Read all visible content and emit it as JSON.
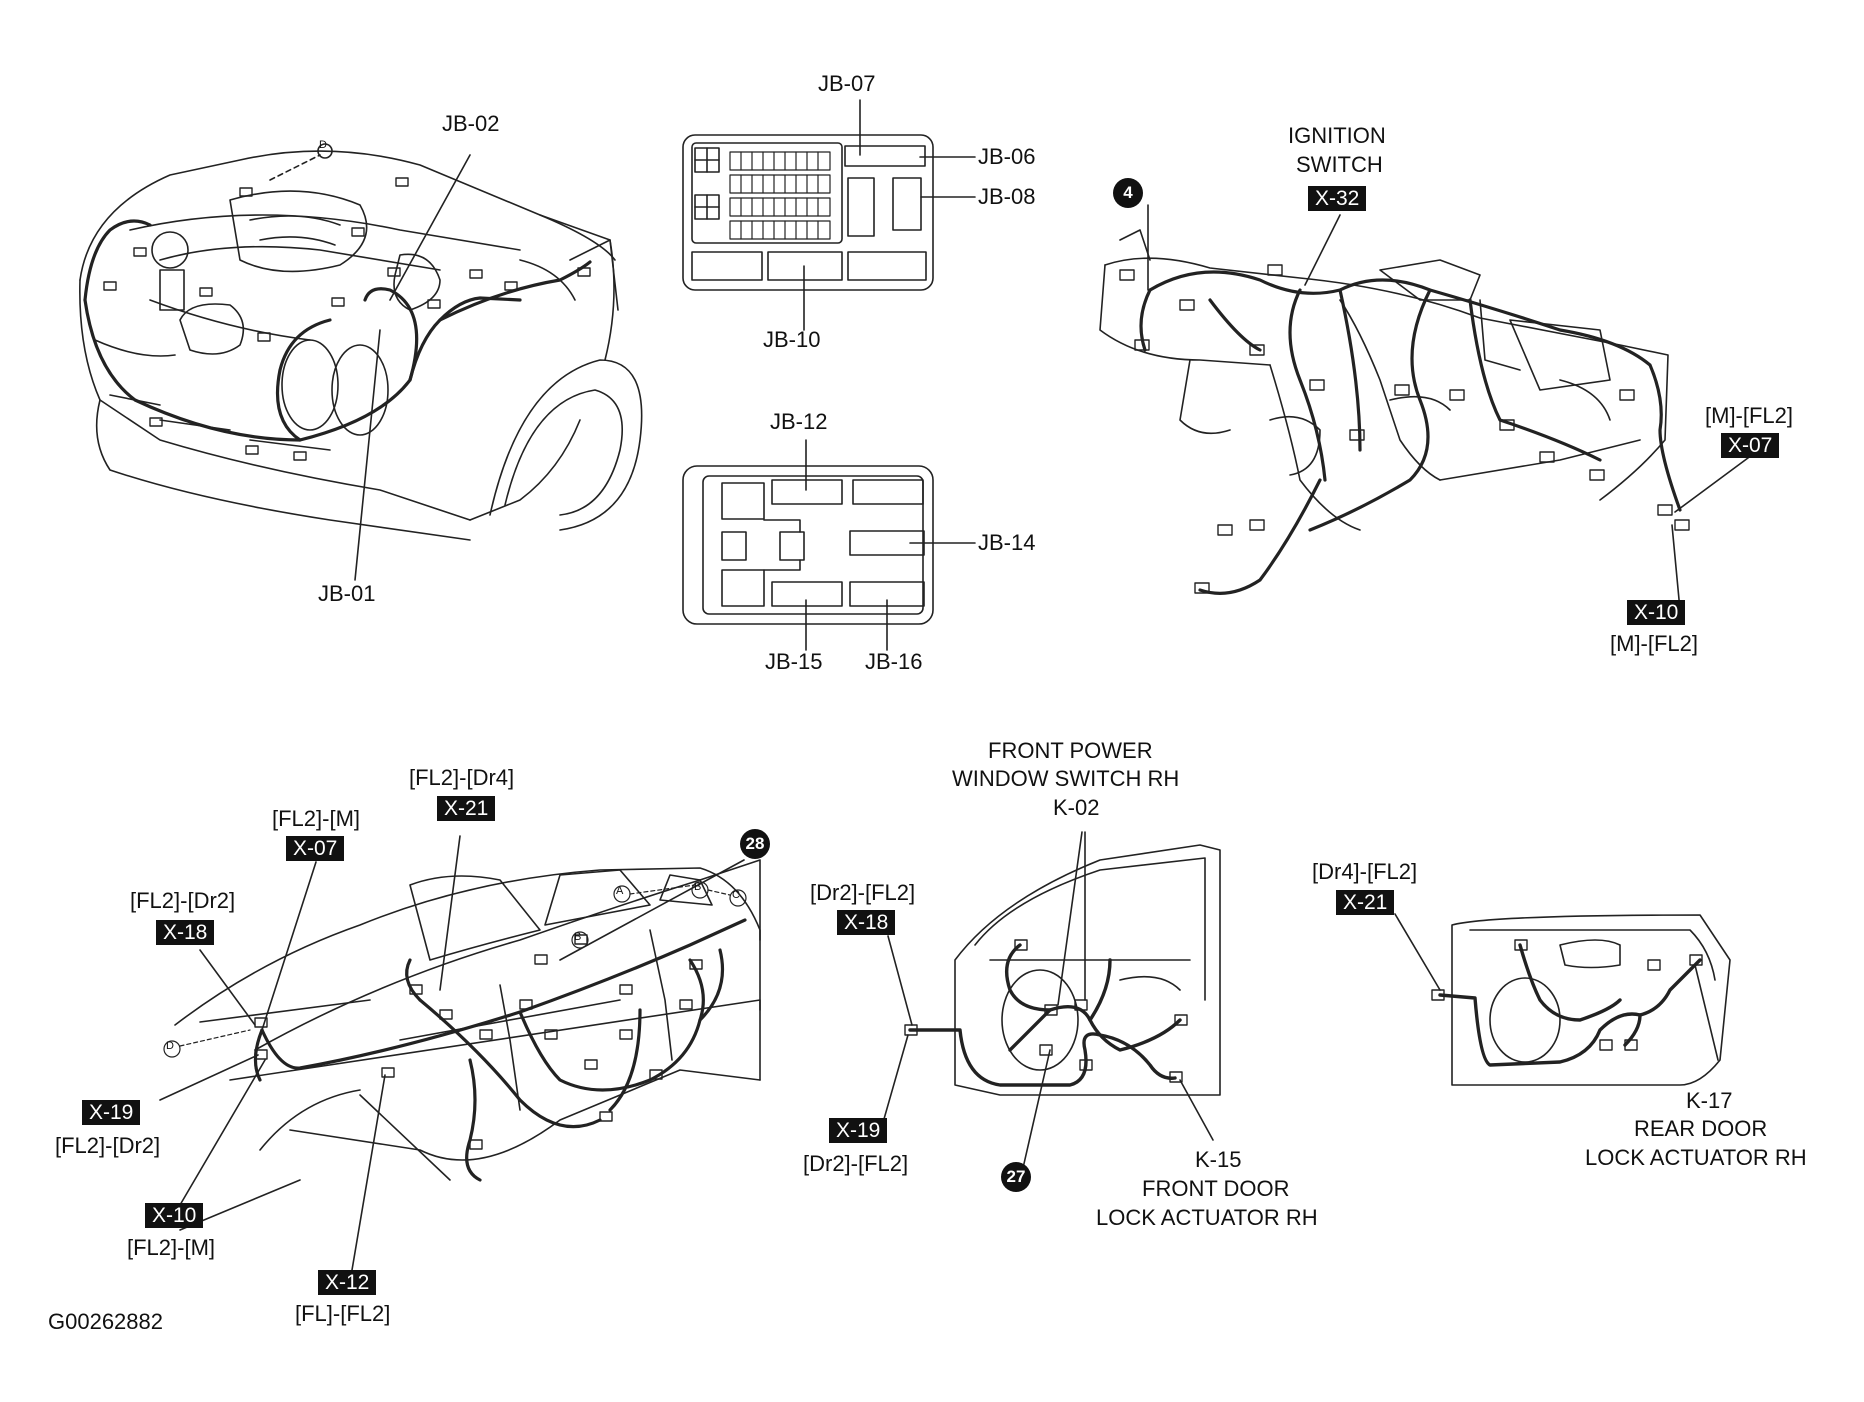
{
  "figure_id": "G00262882",
  "engine_bay": {
    "labels": {
      "jb02": "JB-02",
      "jb01": "JB-01"
    },
    "callout": "D"
  },
  "junction_box_upper": {
    "labels": {
      "jb07": "JB-07",
      "jb06": "JB-06",
      "jb08": "JB-08",
      "jb10": "JB-10"
    }
  },
  "junction_box_lower": {
    "labels": {
      "jb12": "JB-12",
      "jb14": "JB-14",
      "jb15": "JB-15",
      "jb16": "JB-16"
    }
  },
  "dashboard": {
    "ignition_title_1": "IGNITION",
    "ignition_title_2": "SWITCH",
    "ignition_code": "X-32",
    "circle_num": "4",
    "x07_pair": "[M]-[FL2]",
    "x07_code": "X-07",
    "x10_code": "X-10",
    "x10_pair": "[M]-[FL2]"
  },
  "body": {
    "x21_pair": "[FL2]-[Dr4]",
    "x21_code": "X-21",
    "x07_pair": "[FL2]-[M]",
    "x07_code": "X-07",
    "x18_pair": "[FL2]-[Dr2]",
    "x18_code": "X-18",
    "x19_code": "X-19",
    "x19_pair": "[FL2]-[Dr2]",
    "x10_code": "X-10",
    "x10_pair": "[FL2]-[M]",
    "x12_code": "X-12",
    "x12_pair": "[FL]-[FL2]",
    "circle_num": "28",
    "callouts": [
      "A",
      "B",
      "C",
      "B",
      "D"
    ]
  },
  "front_door": {
    "switch_title_1": "FRONT POWER",
    "switch_title_2": "WINDOW SWITCH RH",
    "switch_code": "K-02",
    "x18_pair": "[Dr2]-[FL2]",
    "x18_code": "X-18",
    "x19_code": "X-19",
    "x19_pair": "[Dr2]-[FL2]",
    "circle_num": "27",
    "actuator_code": "K-15",
    "actuator_title_1": "FRONT DOOR",
    "actuator_title_2": "LOCK ACTUATOR RH"
  },
  "rear_door": {
    "x21_pair": "[Dr4]-[FL2]",
    "x21_code": "X-21",
    "actuator_code": "K-17",
    "actuator_title_1": "REAR DOOR",
    "actuator_title_2": "LOCK ACTUATOR RH"
  }
}
